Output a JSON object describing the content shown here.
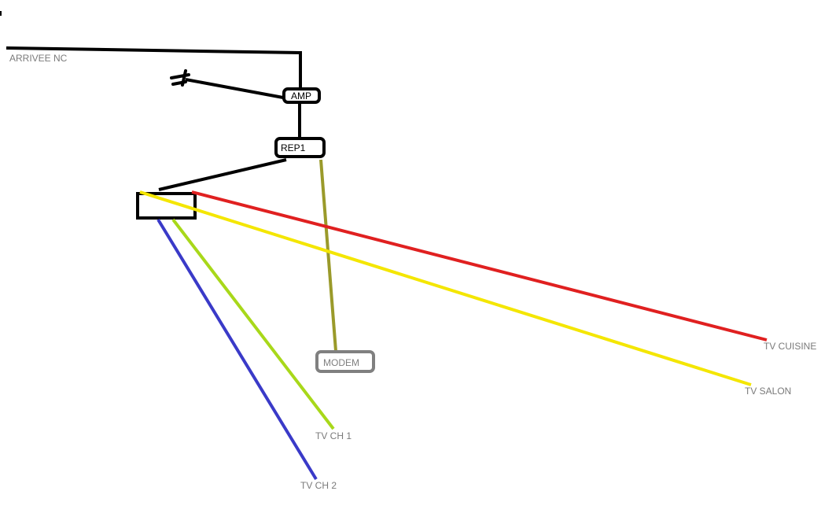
{
  "diagram": {
    "nodes": {
      "amp": "AMP",
      "rep1": "REP1",
      "modem": "MODEM"
    },
    "labels": {
      "arrivee": "ARRIVEE NC",
      "tv_cuisine": "TV CUISINE",
      "tv_salon": "TV SALON",
      "tv_ch1": "TV CH 1",
      "tv_ch2": "TV CH 2"
    },
    "colors": {
      "black_cable": "#000000",
      "red_cable": "#e02020",
      "yellow_cable": "#f4e600",
      "olive_cable": "#9a9a2a",
      "lime_cable": "#a8d81a",
      "blue_cable": "#3a3ac8",
      "label_grey": "#7a7a7a",
      "modem_border": "#808080"
    }
  }
}
